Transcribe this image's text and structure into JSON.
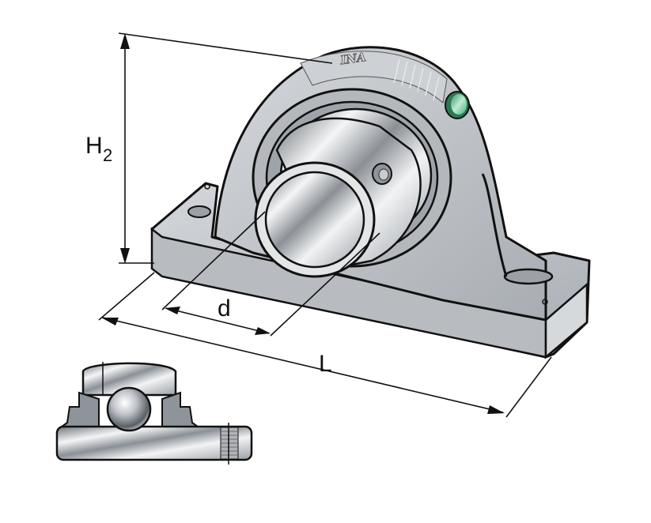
{
  "diagram": {
    "subject": "Pillow block bearing unit",
    "brand_marking": "INA",
    "colors": {
      "housing": "#c2c6cb",
      "housing_shade": "#a9aeb4",
      "metal_light": "#f0f1f2",
      "metal_dark": "#7d8288",
      "outline": "#111111",
      "grease_nipple": "#3fb27a",
      "background": "#ffffff"
    },
    "dimensions": {
      "height": {
        "symbol": "H",
        "subscript": "2"
      },
      "bore": {
        "symbol": "d"
      },
      "length": {
        "symbol": "L"
      }
    },
    "views": [
      {
        "name": "isometric-view"
      },
      {
        "name": "cross-section-view"
      }
    ]
  }
}
